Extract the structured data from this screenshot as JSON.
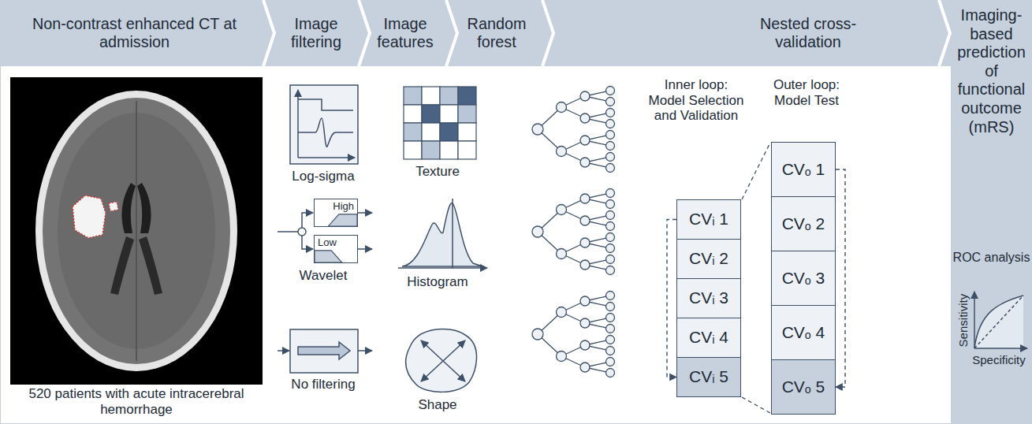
{
  "diagram": {
    "nodes": [
      {
        "text": [
          "Non-contrast enhanced CT at admission"
        ]
      },
      {
        "text": [
          "Image filtering"
        ]
      },
      {
        "text": [
          "Image features"
        ]
      },
      {
        "text": [
          "Random forest"
        ]
      },
      {
        "text": [
          "Nested cross-validation"
        ]
      },
      {
        "text": [
          "Imaging-based prediction of functional outcome (mRS)"
        ]
      },
      {
        "text": [
          "High"
        ]
      },
      {
        "text": [
          "Low"
        ]
      },
      {
        "text": [
          "CVᵢ 1"
        ]
      },
      {
        "text": [
          "CVᵢ 2"
        ]
      },
      {
        "text": [
          "CVᵢ 3"
        ]
      },
      {
        "text": [
          "CVᵢ 4"
        ]
      },
      {
        "text": [
          "CVᵢ 5"
        ]
      },
      {
        "text": [
          "CVₒ 1"
        ]
      },
      {
        "text": [
          "CVₒ 2"
        ]
      },
      {
        "text": [
          "CVₒ 3"
        ]
      },
      {
        "text": [
          "CVₒ 4"
        ]
      },
      {
        "text": [
          "CVₒ 5"
        ]
      }
    ],
    "edges": [
      {
        "from": 8,
        "to": 12,
        "arrow": "to"
      },
      {
        "from": 13,
        "to": 17,
        "arrow": "to"
      }
    ],
    "labels": [
      "520 patients with acute intracerebral hemorrhage",
      "Log-sigma",
      "Wavelet",
      "No filtering",
      "Texture",
      "Histogram",
      "Shape",
      "Inner loop: Model Selection and Validation",
      "Outer loop: Model Test",
      "ROC analysis",
      "Sensitivity",
      "Specificity"
    ]
  }
}
